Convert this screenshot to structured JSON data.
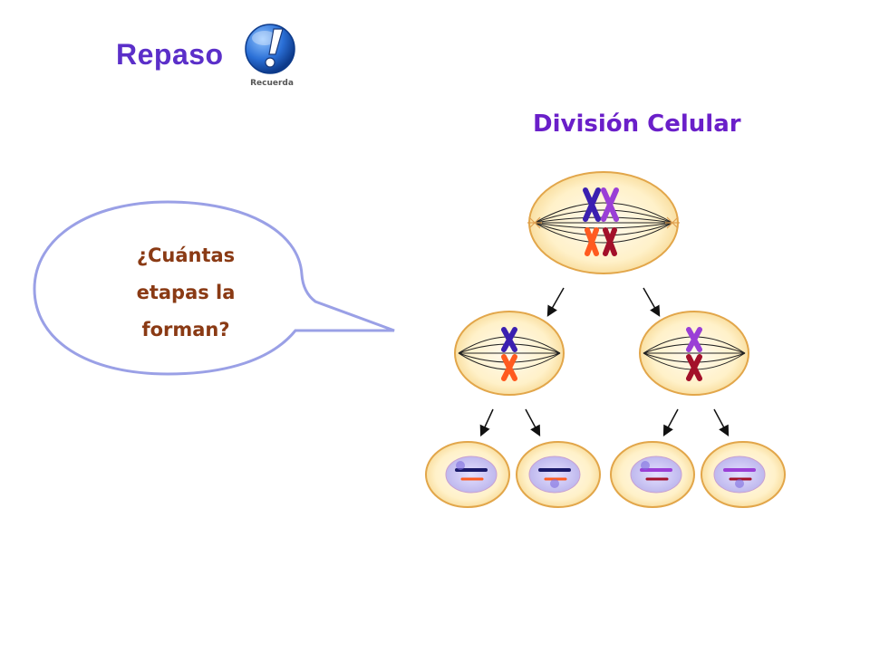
{
  "header": {
    "title": "Repaso",
    "badge": {
      "icon": "exclamation-badge-icon",
      "label": "Recuerda",
      "color": "#2a6fd6"
    }
  },
  "diagram": {
    "title": "División Celular",
    "question": "¿Cuántas\netapas la\nforman?",
    "colors": {
      "title": "#6a1fc9",
      "question": "#8a3a14",
      "bubble_border": "#9aa0e6",
      "cell_fill": "#fff4d2",
      "cell_border": "#e8b25a"
    }
  }
}
